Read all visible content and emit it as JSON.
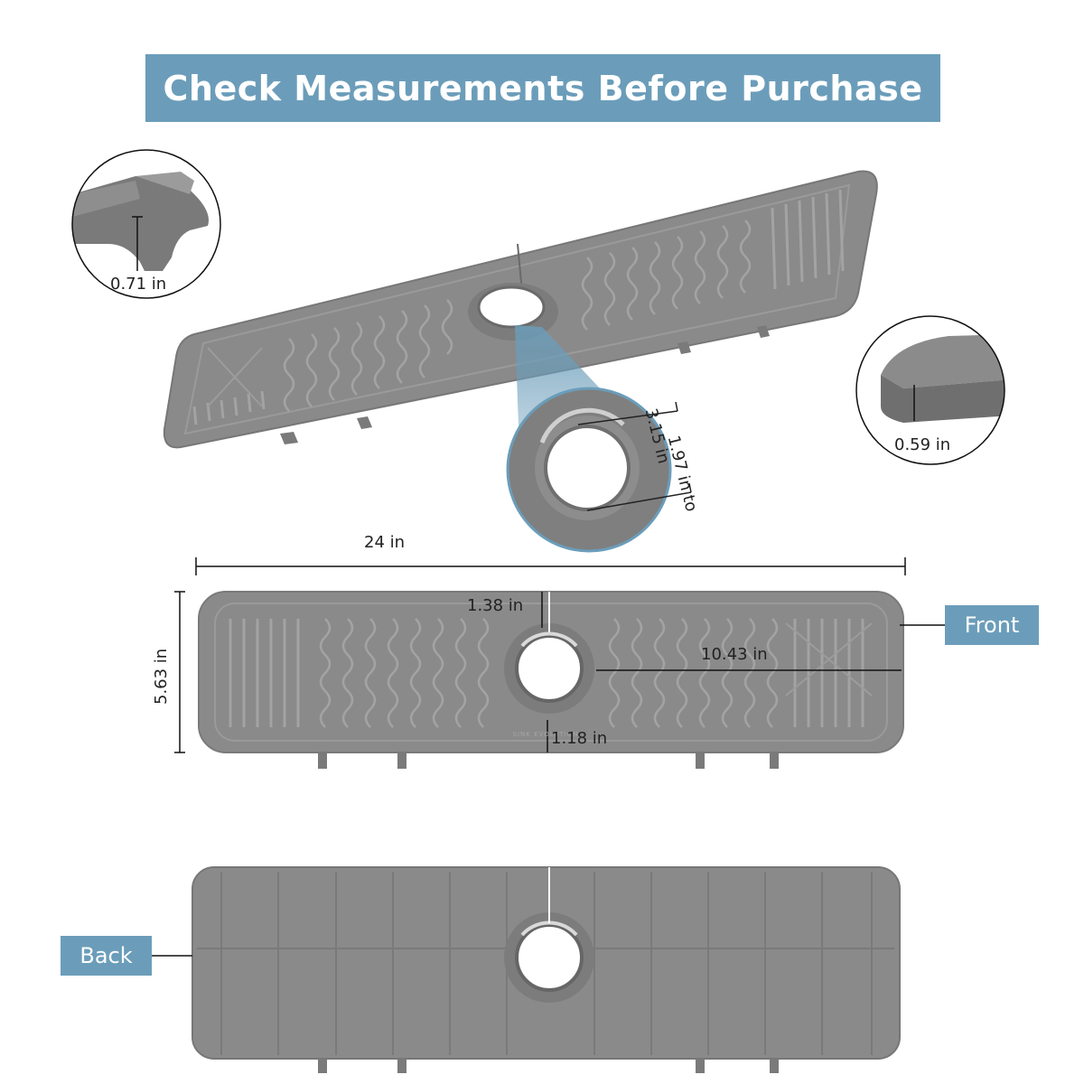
{
  "title": "Check Measurements Before Purchase",
  "colors": {
    "banner": "#6b9dba",
    "mat": "#8a8a8a",
    "mat_dark": "#6e6e6e",
    "mat_light": "#a0a0a0"
  },
  "brand_mark": "SINK EVOLUTION",
  "dims": {
    "lip_height": "0.71 in",
    "edge_thickness": "0.59 in",
    "faucet_hole_range_line1": "1.97 in to",
    "faucet_hole_range_line2": "3.15 in",
    "length": "24 in",
    "width": "5.63 in",
    "slit_top": "1.38 in",
    "slit_bottom": "1.18 in",
    "hole_to_edge": "10.43 in"
  },
  "labels": {
    "front": "Front",
    "back": "Back"
  }
}
